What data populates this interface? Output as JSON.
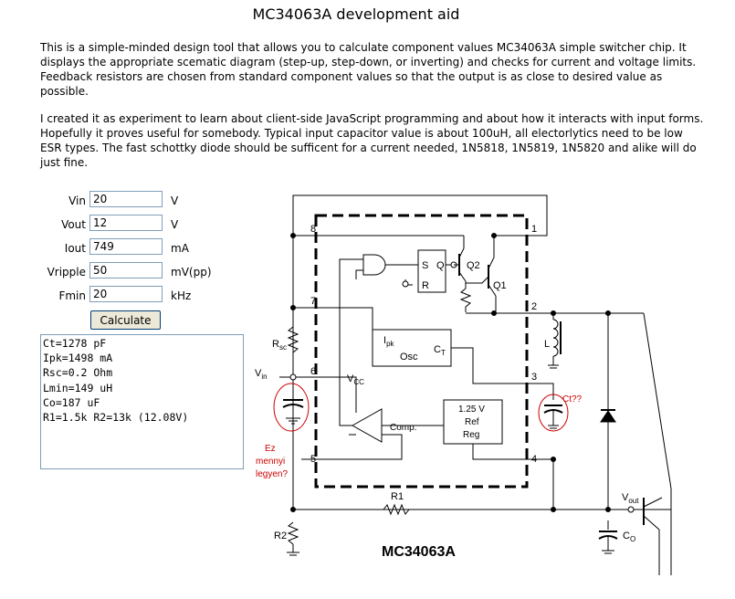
{
  "page": {
    "title": "MC34063A development aid",
    "intro": "This is a simple-minded design tool that allows you to calculate component values MC34063A simple switcher chip. It displays the appropriate scematic diagram (step-up, step-down, or inverting) and checks for current and voltage limits. Feedback resistors are chosen from standard component values so that the output is as close to desired value as possible.",
    "note": "I created it as experiment to learn about client-side JavaScript programming and about how it interacts with input forms. Hopefully it proves useful for somebody. Typical input capacitor value is about 100uH, all electorlytics need to be low ESR types. The fast schottky diode should be sufficent for a current needed, 1N5818, 1N5819, 1N5820 and alike will do just fine."
  },
  "form": {
    "fields": [
      {
        "label": "Vin",
        "value": "20",
        "unit": "V"
      },
      {
        "label": "Vout",
        "value": "12",
        "unit": "V"
      },
      {
        "label": "Iout",
        "value": "749",
        "unit": "mA"
      },
      {
        "label": "Vripple",
        "value": "50",
        "unit": "mV(pp)"
      },
      {
        "label": "Fmin",
        "value": "20",
        "unit": "kHz"
      }
    ],
    "calculate_label": "Calculate",
    "results": "Ct=1278 pF\nIpk=1498 mA\nRsc=0.2 Ohm\nLmin=149 uH\nCo=187 uF\nR1=1.5k R2=13k (12.08V)"
  },
  "schematic": {
    "chip_name": "MC34063A",
    "pins": [
      "8",
      "7",
      "6",
      "5",
      "1",
      "2",
      "3",
      "4"
    ],
    "vcc": "V",
    "vcc_sub": "CC",
    "gate_s": "S",
    "gate_r": "R",
    "gate_q": "Q",
    "q2": "Q2",
    "q1": "Q1",
    "ipk": "I",
    "ipk_sub": "pk",
    "osc": "Osc",
    "ct": "C",
    "ct_sub": "T",
    "ref_line1": "1.25 V",
    "ref_line2": "Ref",
    "ref_line3": "Reg",
    "comp": "Comp.",
    "rsc": "R",
    "rsc_sub": "sc",
    "vin": "V",
    "vin_sub": "in",
    "r1": "R1",
    "r2": "R2",
    "inductor": "L",
    "vout": "V",
    "vout_sub": "out",
    "co": "C",
    "co_sub": "O",
    "annotation_ct": "Ct??",
    "annotation_ez": [
      "Ez",
      "mennyi",
      "legyen?"
    ],
    "colors": {
      "annotation": "#cc0000",
      "wire": "#000000"
    }
  }
}
